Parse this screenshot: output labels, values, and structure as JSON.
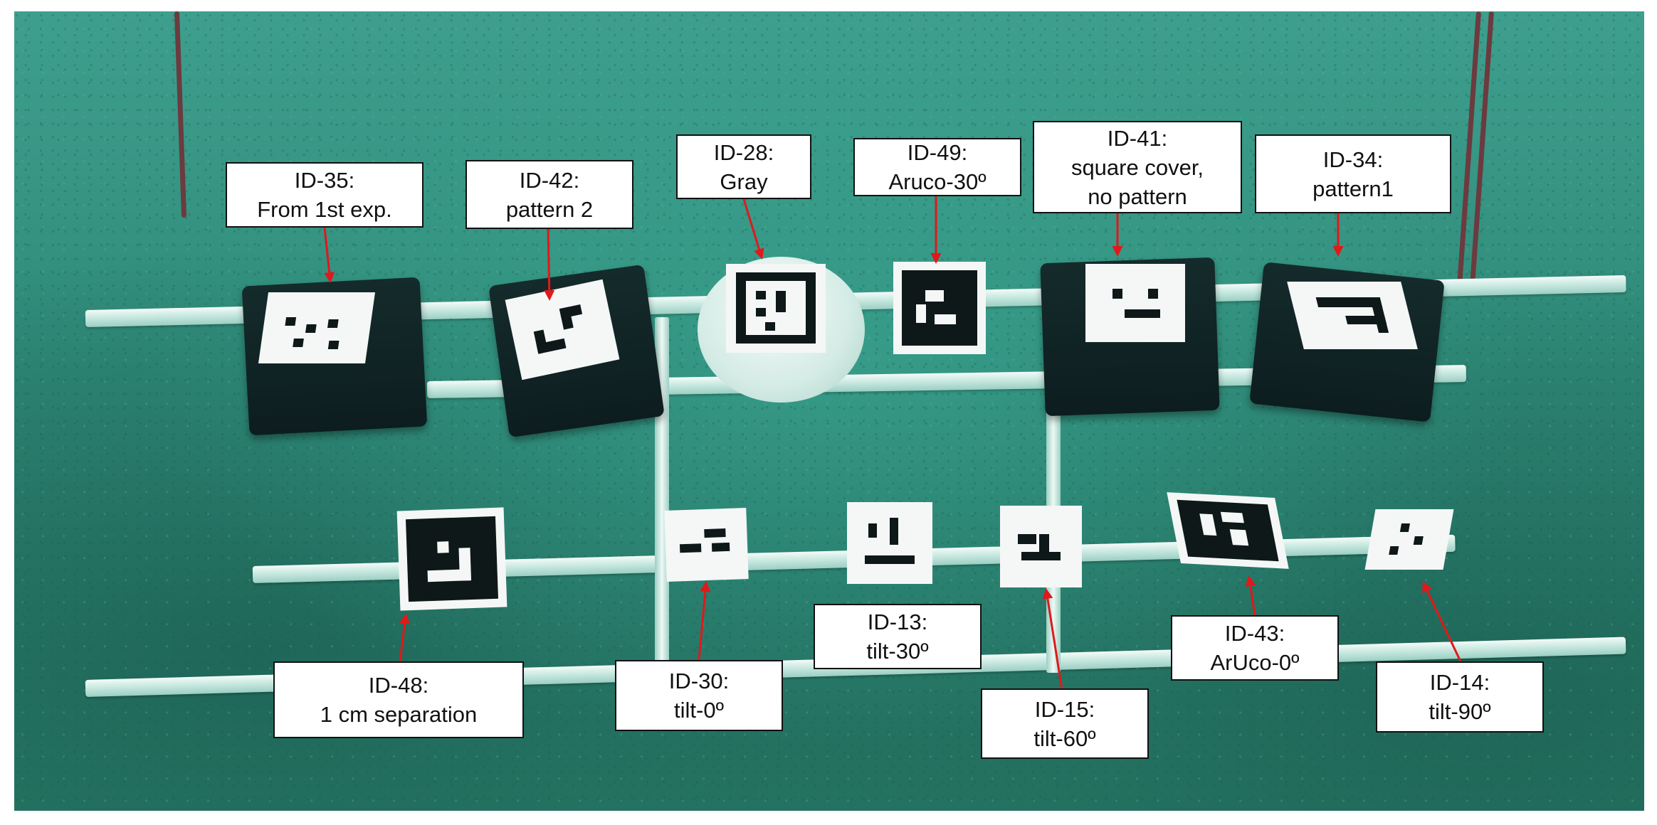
{
  "labels": {
    "id35": {
      "line1": "ID-35:",
      "line2": "From 1st exp."
    },
    "id42": {
      "line1": "ID-42:",
      "line2": "pattern 2"
    },
    "id28": {
      "line1": "ID-28:",
      "line2": "Gray"
    },
    "id49": {
      "line1": "ID-49:",
      "line2": "Aruco-30º"
    },
    "id41": {
      "line1": "ID-41:",
      "line2": "square cover,",
      "line3": "no pattern"
    },
    "id34": {
      "line1": "ID-34:",
      "line2": "pattern1"
    },
    "id48": {
      "line1": "ID-48:",
      "line2": "1 cm separation"
    },
    "id30": {
      "line1": "ID-30:",
      "line2": "tilt-0º"
    },
    "id13": {
      "line1": "ID-13:",
      "line2": "tilt-30º"
    },
    "id15": {
      "line1": "ID-15:",
      "line2": "tilt-60º"
    },
    "id43": {
      "line1": "ID-43:",
      "line2": "ArUco-0º"
    },
    "id14": {
      "line1": "ID-14:",
      "line2": "tilt-90º"
    }
  },
  "colors": {
    "arrow": "#e0191b",
    "water": "#2f8a78",
    "marker_dark": "#0e1818",
    "marker_light": "#f4f7f6"
  }
}
